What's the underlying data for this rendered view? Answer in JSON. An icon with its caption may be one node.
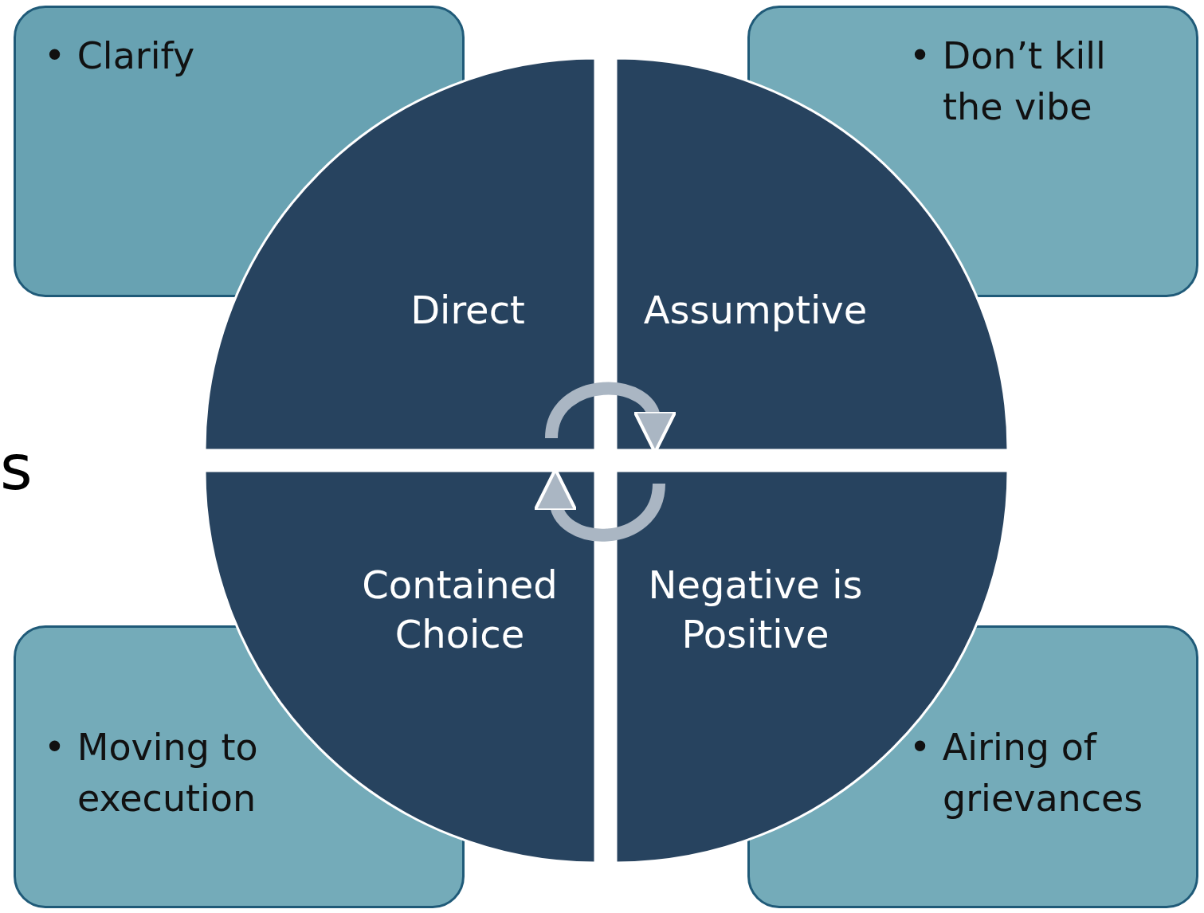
{
  "diagram": {
    "nodes": [
      {
        "text": [
          "• Clarify"
        ]
      },
      {
        "text": [
          "• Don’t kill the vibe"
        ]
      },
      {
        "text": [
          "Direct"
        ]
      },
      {
        "text": [
          "Assumptive"
        ]
      },
      {
        "text": [
          "Contained Choice"
        ]
      },
      {
        "text": [
          "Negative is Positive"
        ]
      },
      {
        "text": [
          "• Moving to execution"
        ]
      },
      {
        "text": [
          "• Airing of grievances"
        ]
      }
    ],
    "edges": [
      {
        "from": 2,
        "to": 3,
        "arrow": "to"
      },
      {
        "from": 5,
        "to": 4,
        "arrow": "to"
      }
    ],
    "labels": [
      "s"
    ]
  }
}
